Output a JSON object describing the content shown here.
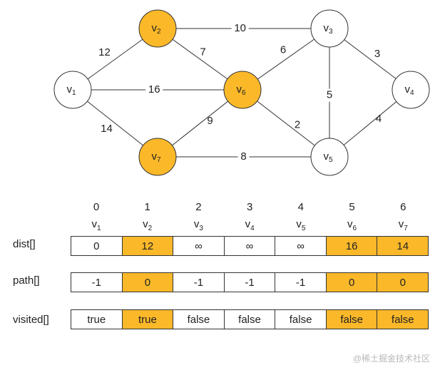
{
  "colors": {
    "highlight": "#fbb829",
    "node_default": "#ffffff",
    "stroke": "#333333",
    "text": "#222222"
  },
  "graph": {
    "nodes": [
      {
        "id": "v1",
        "main": "v",
        "sub": "1",
        "highlighted": false
      },
      {
        "id": "v2",
        "main": "v",
        "sub": "2",
        "highlighted": true
      },
      {
        "id": "v3",
        "main": "v",
        "sub": "3",
        "highlighted": false
      },
      {
        "id": "v4",
        "main": "v",
        "sub": "4",
        "highlighted": false
      },
      {
        "id": "v5",
        "main": "v",
        "sub": "5",
        "highlighted": false
      },
      {
        "id": "v6",
        "main": "v",
        "sub": "6",
        "highlighted": true
      },
      {
        "id": "v7",
        "main": "v",
        "sub": "7",
        "highlighted": true
      }
    ],
    "edges": [
      {
        "from": "v1",
        "to": "v2",
        "weight": "12"
      },
      {
        "from": "v1",
        "to": "v6",
        "weight": "16"
      },
      {
        "from": "v1",
        "to": "v7",
        "weight": "14"
      },
      {
        "from": "v2",
        "to": "v3",
        "weight": "10"
      },
      {
        "from": "v2",
        "to": "v6",
        "weight": "7"
      },
      {
        "from": "v6",
        "to": "v3",
        "weight": "6"
      },
      {
        "from": "v3",
        "to": "v4",
        "weight": "3"
      },
      {
        "from": "v3",
        "to": "v5",
        "weight": "5"
      },
      {
        "from": "v6",
        "to": "v5",
        "weight": "2"
      },
      {
        "from": "v6",
        "to": "v7",
        "weight": "9"
      },
      {
        "from": "v7",
        "to": "v5",
        "weight": "8"
      },
      {
        "from": "v5",
        "to": "v4",
        "weight": "4"
      }
    ]
  },
  "arrays": {
    "indices": [
      "0",
      "1",
      "2",
      "3",
      "4",
      "5",
      "6"
    ],
    "vertex_headers": [
      {
        "main": "v",
        "sub": "1"
      },
      {
        "main": "v",
        "sub": "2"
      },
      {
        "main": "v",
        "sub": "3"
      },
      {
        "main": "v",
        "sub": "4"
      },
      {
        "main": "v",
        "sub": "5"
      },
      {
        "main": "v",
        "sub": "6"
      },
      {
        "main": "v",
        "sub": "7"
      }
    ],
    "highlight_indices": [
      1,
      5,
      6
    ],
    "dist": {
      "label": "dist[]",
      "values": [
        "0",
        "12",
        "∞",
        "∞",
        "∞",
        "16",
        "14"
      ]
    },
    "path": {
      "label": "path[]",
      "values": [
        "-1",
        "0",
        "-1",
        "-1",
        "-1",
        "0",
        "0"
      ]
    },
    "visited": {
      "label": "visited[]",
      "values": [
        "true",
        "true",
        "false",
        "false",
        "false",
        "false",
        "false"
      ]
    }
  },
  "watermark": "@稀土掘金技术社区"
}
